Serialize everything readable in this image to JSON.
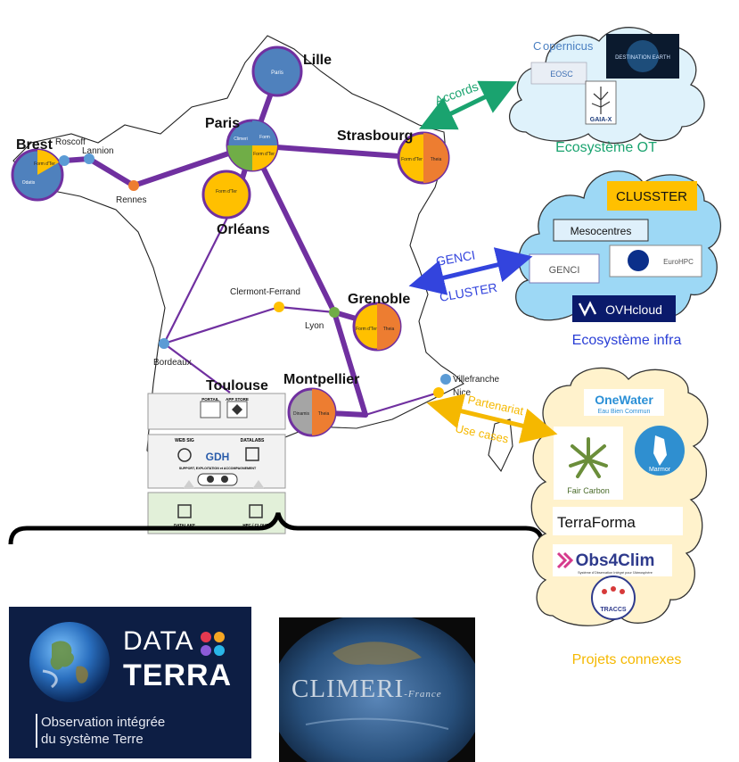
{
  "cities": {
    "lille": "Lille",
    "paris": "Paris",
    "strasbourg": "Strasbourg",
    "brest": "Brest",
    "roscoff": "Roscoff",
    "lannion": "Lannion",
    "rennes": "Rennes",
    "orleans": "Orléans",
    "clermont": "Clermont-Ferrand",
    "lyon": "Lyon",
    "grenoble": "Grenoble",
    "bordeaux": "Bordeaux",
    "toulouse": "Toulouse",
    "montpellier": "Montpellier",
    "villefranche": "Villefranche",
    "nice": "Nice"
  },
  "pie_labels": {
    "paris": "Paris",
    "paris_a": "Climeri",
    "paris_b": "Form",
    "paris_c": "Form d'Ter",
    "brest_a": "Form d'Ter",
    "brest_b": "Odatis",
    "strasbourg_a": "Form d'Ter",
    "strasbourg_b": "Theia",
    "orleans": "Form d'Ter",
    "grenoble_a": "Form d'Ter",
    "grenoble_b": "Theia",
    "montpellier_a": "Dinamis",
    "montpellier_b": "Theia"
  },
  "arrows": {
    "accords": "Accords",
    "genci": "GENCI",
    "cluster": "CLUSTER",
    "partenariat": "Partenariat",
    "use_cases": "Use cases"
  },
  "cloud_ot": {
    "caption": "Ecosystème OT",
    "copernicus": "opernicus",
    "copernicus_c": "C",
    "eosc": "EOSC",
    "destination": "DESTINATION EARTH",
    "gaiax": "GAIA-X"
  },
  "cloud_infra": {
    "caption": "Ecosystème infra",
    "clusster": "CLUSSTER",
    "mesocentres": "Mesocentres",
    "genci": "GENCI",
    "eurohpc": "EuroHPC",
    "ovh": "OVHcloud"
  },
  "cloud_projets": {
    "caption": "Projets connexes",
    "onewater": "OneWater",
    "onewater_sub": "Eau Bien Commun",
    "faircarbon": "Fair Carbon",
    "marmor": "Marmor",
    "terraforma": "TerraForma",
    "obs4clim": "Obs4Clim",
    "obs4clim_sub": "Système d'Observation Intégré pour l'Atmosphère",
    "traccs": "TRACCS"
  },
  "gdh": {
    "portail": "PORTAIL",
    "appstore": "APP STORE",
    "websig": "WEB SIG",
    "datalabs": "DATALABS",
    "gdh": "GDH",
    "support": "SUPPORT, EXPLOITATION et ACCOMPAGNEMENT",
    "datalake": "DATALAKE",
    "hpc": "HPC / CLOUD"
  },
  "logos": {
    "data": "DATA",
    "terra": "TERRA",
    "obs_line1": "Observation intégrée",
    "obs_line2": "du système Terre",
    "climeri": "CLIMERI",
    "climeri_sub": "-France"
  },
  "colors": {
    "purple": "#7030a0",
    "blue": "#4f81bd",
    "orange": "#ed7d31",
    "yellow": "#ffc000",
    "green": "#70ad47",
    "grey": "#a5a5a5",
    "cloud_blue": "#9dd8f5",
    "cloud_yellow": "#ffe699",
    "accords_green": "#1aa36f",
    "genci_blue": "#3344dd",
    "projets_yellow": "#f5b800"
  }
}
